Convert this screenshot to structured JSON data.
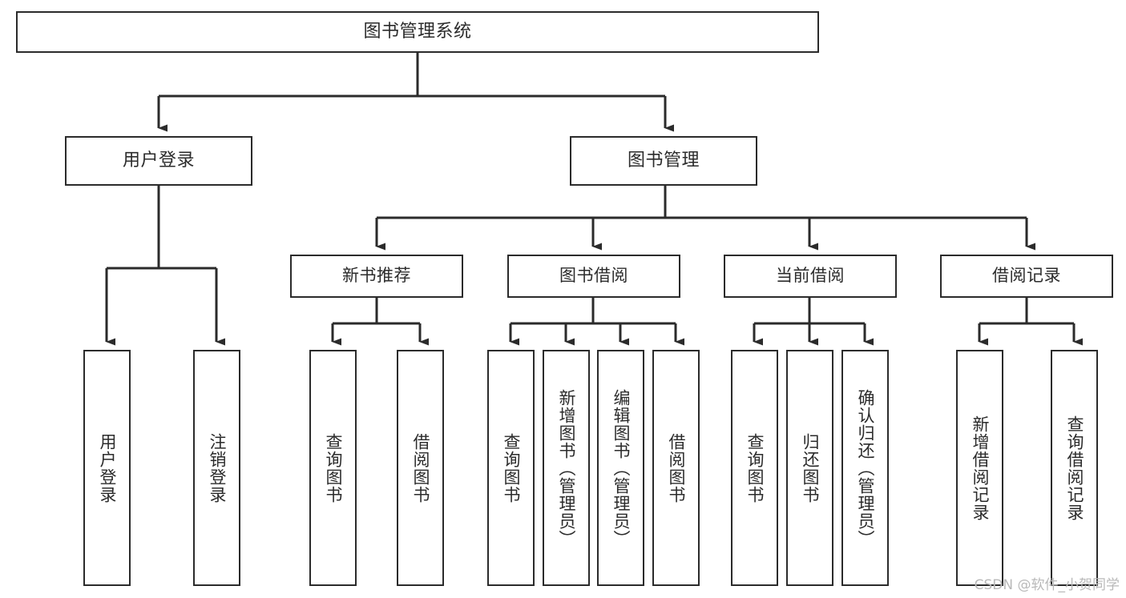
{
  "diagram": {
    "type": "hierarchy-tree",
    "title": "图书管理系统",
    "watermark": "CSDN @软件_小贺同学",
    "colors": {
      "stroke": "#2b2b2b",
      "fill": "#ffffff",
      "text": "#2b2b2b",
      "watermark": "#b9b9b9"
    },
    "nodes": {
      "root": {
        "label": "图书管理系统",
        "level": 1,
        "orientation": "horizontal"
      },
      "user_login": {
        "label": "用户登录",
        "level": 2,
        "orientation": "horizontal"
      },
      "book_manage": {
        "label": "图书管理",
        "level": 2,
        "orientation": "horizontal"
      },
      "new_book_rec": {
        "label": "新书推荐",
        "level": 3,
        "orientation": "horizontal"
      },
      "book_borrow": {
        "label": "图书借阅",
        "level": 3,
        "orientation": "horizontal"
      },
      "current_borrow": {
        "label": "当前借阅",
        "level": 3,
        "orientation": "horizontal"
      },
      "borrow_record": {
        "label": "借阅记录",
        "level": 3,
        "orientation": "horizontal"
      },
      "leaf_user_login": {
        "label": "用户登录",
        "level": 4,
        "orientation": "vertical"
      },
      "leaf_logout": {
        "label": "注销登录",
        "level": 4,
        "orientation": "vertical"
      },
      "leaf_query_book_1": {
        "label": "查询图书",
        "level": 4,
        "orientation": "vertical"
      },
      "leaf_borrow_book_1": {
        "label": "借阅图书",
        "level": 4,
        "orientation": "vertical"
      },
      "leaf_query_book_2": {
        "label": "查询图书",
        "level": 4,
        "orientation": "vertical"
      },
      "leaf_add_book": {
        "label": "新增图书（管理员）",
        "level": 4,
        "orientation": "vertical"
      },
      "leaf_edit_book": {
        "label": "编辑图书（管理员）",
        "level": 4,
        "orientation": "vertical"
      },
      "leaf_borrow_book_2": {
        "label": "借阅图书",
        "level": 4,
        "orientation": "vertical"
      },
      "leaf_query_book_3": {
        "label": "查询图书",
        "level": 4,
        "orientation": "vertical"
      },
      "leaf_return_book": {
        "label": "归还图书",
        "level": 4,
        "orientation": "vertical"
      },
      "leaf_confirm_return": {
        "label": "确认归还（管理员）",
        "level": 4,
        "orientation": "vertical"
      },
      "leaf_add_record": {
        "label": "新增借阅记录",
        "level": 4,
        "orientation": "vertical"
      },
      "leaf_query_record": {
        "label": "查询借阅记录",
        "level": 4,
        "orientation": "vertical"
      }
    },
    "edges": [
      {
        "from": "root",
        "to": "user_login"
      },
      {
        "from": "root",
        "to": "book_manage"
      },
      {
        "from": "user_login",
        "to": "leaf_user_login"
      },
      {
        "from": "user_login",
        "to": "leaf_logout"
      },
      {
        "from": "book_manage",
        "to": "new_book_rec"
      },
      {
        "from": "book_manage",
        "to": "book_borrow"
      },
      {
        "from": "book_manage",
        "to": "current_borrow"
      },
      {
        "from": "book_manage",
        "to": "borrow_record"
      },
      {
        "from": "new_book_rec",
        "to": "leaf_query_book_1"
      },
      {
        "from": "new_book_rec",
        "to": "leaf_borrow_book_1"
      },
      {
        "from": "book_borrow",
        "to": "leaf_query_book_2"
      },
      {
        "from": "book_borrow",
        "to": "leaf_add_book"
      },
      {
        "from": "book_borrow",
        "to": "leaf_edit_book"
      },
      {
        "from": "book_borrow",
        "to": "leaf_borrow_book_2"
      },
      {
        "from": "current_borrow",
        "to": "leaf_query_book_3"
      },
      {
        "from": "current_borrow",
        "to": "leaf_return_book"
      },
      {
        "from": "current_borrow",
        "to": "leaf_confirm_return"
      },
      {
        "from": "borrow_record",
        "to": "leaf_add_record"
      },
      {
        "from": "borrow_record",
        "to": "leaf_query_record"
      }
    ]
  }
}
